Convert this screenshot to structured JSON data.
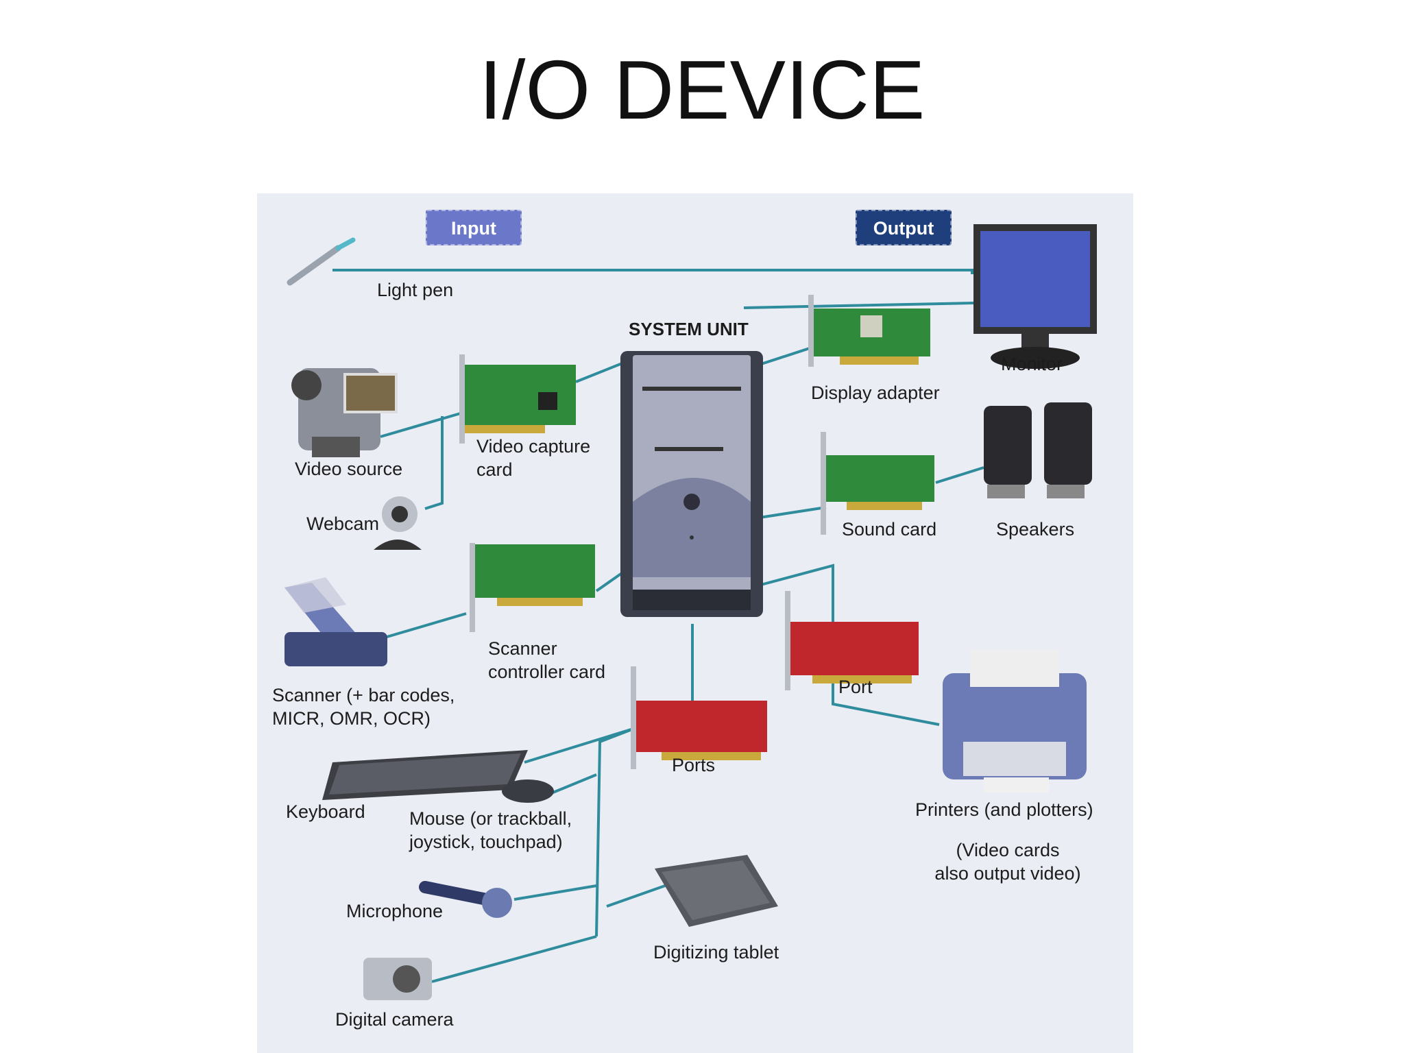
{
  "title": "I/O DEVICE",
  "legend": {
    "input": "Input",
    "output": "Output"
  },
  "colors": {
    "input_badge": "#6b77c9",
    "output_badge": "#1e3f7c",
    "connector": "#2f8c9c",
    "panel_bg": "#ebedf4",
    "card_green": "#2f8a3c",
    "card_red": "#c0272d",
    "tower": "#3a3f4b"
  },
  "system_unit": "SYSTEM UNIT",
  "devices": {
    "light_pen": "Light pen",
    "video_source": "Video source",
    "webcam": "Webcam",
    "scanner": "Scanner (+ bar codes,\nMICR, OMR, OCR)",
    "keyboard": "Keyboard",
    "mouse": "Mouse (or trackball,\njoystick, touchpad)",
    "microphone": "Microphone",
    "digital_camera": "Digital camera",
    "digitizing_tablet": "Digitizing tablet",
    "monitor": "Monitor",
    "speakers": "Speakers",
    "printers": "Printers (and plotters)"
  },
  "cards": {
    "video_capture": "Video capture\ncard",
    "scanner_controller": "Scanner\ncontroller card",
    "ports": "Ports",
    "display_adapter": "Display adapter",
    "sound_card": "Sound card",
    "port": "Port"
  },
  "note": "(Video cards\nalso output video)"
}
